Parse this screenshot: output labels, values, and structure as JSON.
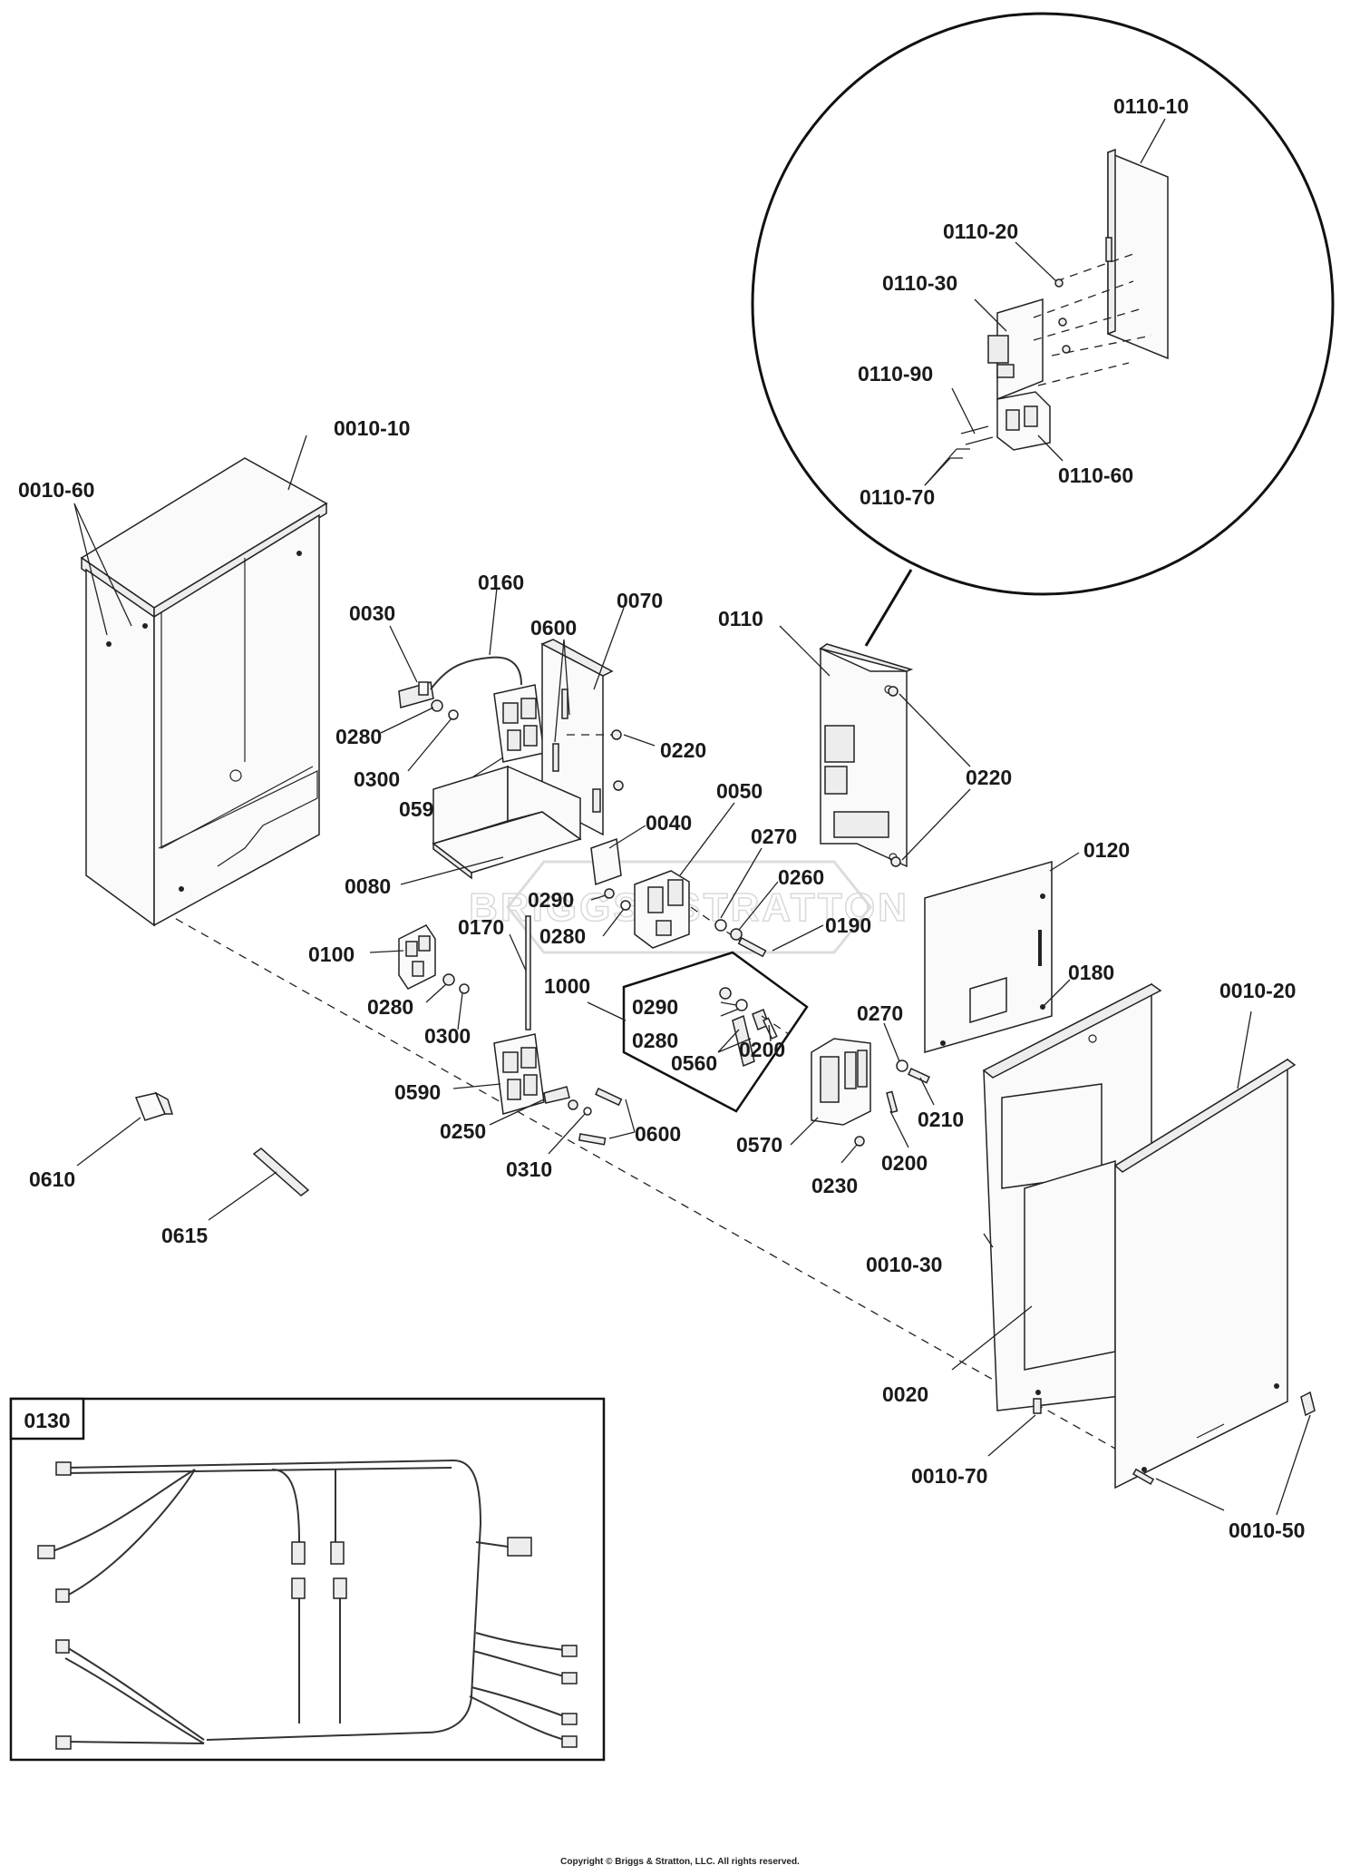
{
  "diagram": {
    "labels": {
      "l_0010_10": "0010-10",
      "l_0010_60": "0010-60",
      "l_0030": "0030",
      "l_0160": "0160",
      "l_0600a": "0600",
      "l_0070": "0070",
      "l_0110": "0110",
      "l_0220a": "0220",
      "l_0220b": "0220",
      "l_0280a": "0280",
      "l_0300a": "0300",
      "l_0590a": "0590",
      "l_0050": "0050",
      "l_0040": "0040",
      "l_0270a": "0270",
      "l_0260": "0260",
      "l_0080": "0080",
      "l_0290a": "0290",
      "l_0280b": "0280",
      "l_0190": "0190",
      "l_0120": "0120",
      "l_0100": "0100",
      "l_0170": "0170",
      "l_1000": "1000",
      "l_0290b": "0290",
      "l_0280c": "0280",
      "l_0180": "0180",
      "l_0010_20": "0010-20",
      "l_0280d": "0280",
      "l_0300b": "0300",
      "l_0560": "0560",
      "l_0200a": "0200",
      "l_0270b": "0270",
      "l_0590b": "0590",
      "l_0250": "0250",
      "l_0600b": "0600",
      "l_0310": "0310",
      "l_0570": "0570",
      "l_0210": "0210",
      "l_0200b": "0200",
      "l_0230": "0230",
      "l_0610": "0610",
      "l_0615": "0615",
      "l_0010_30": "0010-30",
      "l_0020": "0020",
      "l_0010_70": "0010-70",
      "l_0010_50": "0010-50",
      "l_0130": "0130",
      "l_0110_10": "0110-10",
      "l_0110_20": "0110-20",
      "l_0110_30": "0110-30",
      "l_0110_90": "0110-90",
      "l_0110_60": "0110-60",
      "l_0110_70": "0110-70"
    },
    "watermark": "BRIGGS&STRATTON",
    "copyright": "Copyright © Briggs & Stratton, LLC. All rights reserved."
  }
}
